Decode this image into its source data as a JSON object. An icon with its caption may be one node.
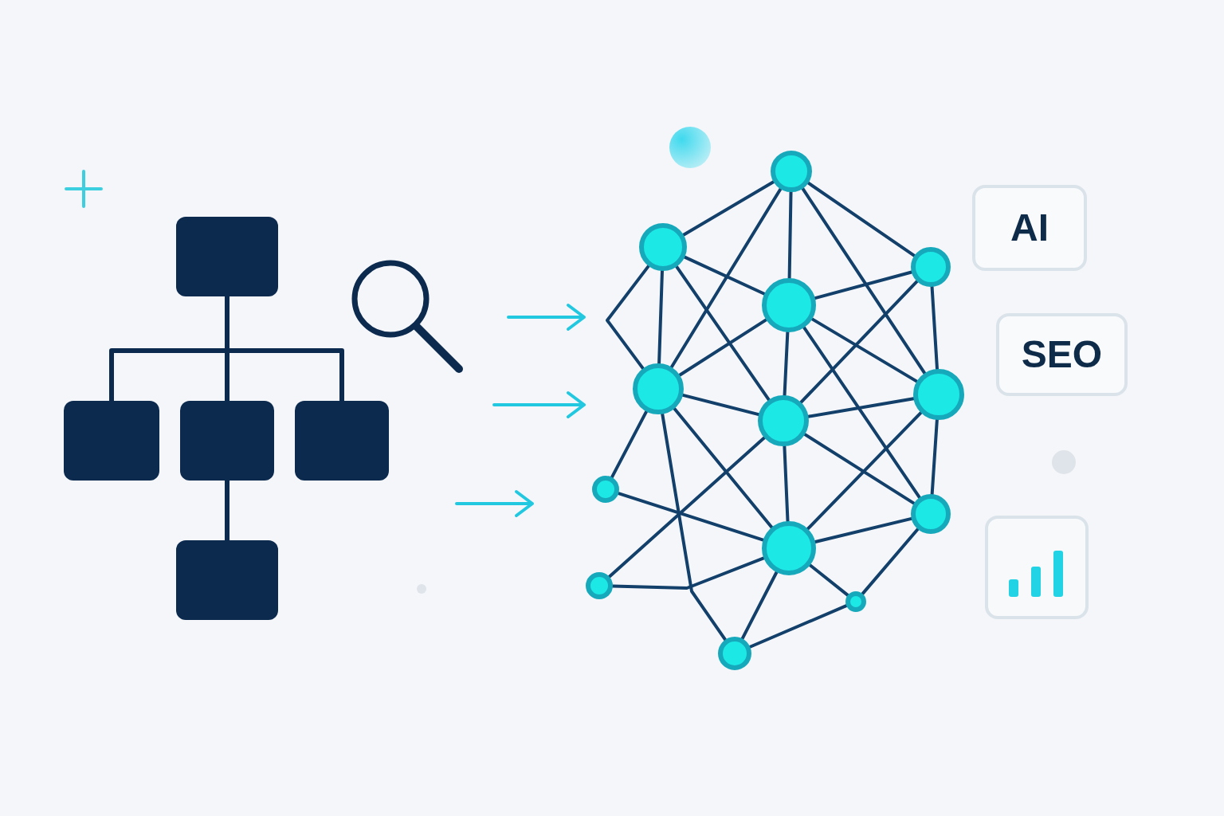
{
  "diagram": {
    "nodes": [
      {
        "text": [],
        "shape": "box"
      },
      {
        "text": [],
        "shape": "box"
      },
      {
        "text": [],
        "shape": "box"
      },
      {
        "text": [],
        "shape": "box"
      },
      {
        "text": [],
        "shape": "box"
      },
      {
        "text": [],
        "shape": "circle"
      },
      {
        "text": [],
        "shape": "circle"
      },
      {
        "text": [],
        "shape": "circle"
      },
      {
        "text": [],
        "shape": "circle"
      },
      {
        "text": [],
        "shape": "circle"
      },
      {
        "text": [],
        "shape": "circle"
      },
      {
        "text": [],
        "shape": "circle"
      },
      {
        "text": [],
        "shape": "circle"
      },
      {
        "text": [],
        "shape": "circle"
      },
      {
        "text": [],
        "shape": "circle"
      },
      {
        "text": [],
        "shape": "circle"
      },
      {
        "text": [],
        "shape": "circle"
      },
      {
        "text": [],
        "shape": "circle"
      },
      {
        "text": [
          "AI"
        ]
      },
      {
        "text": [
          "SEO"
        ]
      },
      {
        "text": [],
        "shape": "box"
      }
    ],
    "edges": [
      {
        "from": 0,
        "to": 1,
        "arrow": "none"
      },
      {
        "from": 0,
        "to": 2,
        "arrow": "none"
      },
      {
        "from": 0,
        "to": 3,
        "arrow": "none"
      },
      {
        "from": 2,
        "to": 4,
        "arrow": "none"
      },
      {
        "from": 5,
        "to": 6,
        "arrow": "none"
      },
      {
        "from": 5,
        "to": 7,
        "arrow": "none"
      },
      {
        "from": 5,
        "to": 8,
        "arrow": "none"
      },
      {
        "from": 5,
        "to": 9,
        "arrow": "none"
      },
      {
        "from": 5,
        "to": 10,
        "arrow": "none"
      },
      {
        "from": 6,
        "to": 8,
        "arrow": "none"
      },
      {
        "from": 6,
        "to": 9,
        "arrow": "none"
      },
      {
        "from": 6,
        "to": 11,
        "arrow": "none"
      },
      {
        "from": 6,
        "to": 9,
        "arrow": "none"
      },
      {
        "from": 7,
        "to": 8,
        "arrow": "none"
      },
      {
        "from": 7,
        "to": 10,
        "arrow": "none"
      },
      {
        "from": 7,
        "to": 11,
        "arrow": "none"
      },
      {
        "from": 8,
        "to": 9,
        "arrow": "none"
      },
      {
        "from": 8,
        "to": 11,
        "arrow": "none"
      },
      {
        "from": 8,
        "to": 10,
        "arrow": "none"
      },
      {
        "from": 8,
        "to": 13,
        "arrow": "none"
      },
      {
        "from": 9,
        "to": 11,
        "arrow": "none"
      },
      {
        "from": 9,
        "to": 12,
        "arrow": "none"
      },
      {
        "from": 9,
        "to": 17,
        "arrow": "none"
      },
      {
        "from": 9,
        "to": 14,
        "arrow": "none"
      },
      {
        "from": 11,
        "to": 10,
        "arrow": "none"
      },
      {
        "from": 11,
        "to": 14,
        "arrow": "none"
      },
      {
        "from": 11,
        "to": 13,
        "arrow": "none"
      },
      {
        "from": 11,
        "to": 15,
        "arrow": "none"
      },
      {
        "from": 10,
        "to": 13,
        "arrow": "none"
      },
      {
        "from": 10,
        "to": 14,
        "arrow": "none"
      },
      {
        "from": 12,
        "to": 14,
        "arrow": "none"
      },
      {
        "from": 13,
        "to": 14,
        "arrow": "none"
      },
      {
        "from": 13,
        "to": 16,
        "arrow": "none"
      },
      {
        "from": 14,
        "to": 16,
        "arrow": "none"
      },
      {
        "from": 14,
        "to": 17,
        "arrow": "none"
      },
      {
        "from": 14,
        "to": 15,
        "arrow": "none"
      },
      {
        "from": 16,
        "to": 17,
        "arrow": "none"
      }
    ]
  }
}
